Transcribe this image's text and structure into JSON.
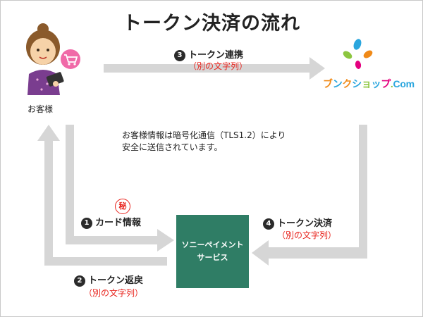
{
  "title": "トークン決済の流れ",
  "customer": {
    "label": "お客様",
    "icon": "customer-with-tablet-icon"
  },
  "shop": {
    "name": [
      "ブ",
      "ン",
      "ク",
      "シ",
      "ョ",
      "ッ",
      "プ",
      ".",
      "Com"
    ],
    "icon": "shop-logo-icon"
  },
  "service": {
    "line1": "ソニーペイメント",
    "line2": "サービス"
  },
  "note": {
    "line1": "お客様情報は暗号化通信（TLS1.2）により",
    "line2": "安全に送信されています。"
  },
  "secret_mark": "秘",
  "steps": [
    {
      "num": "1",
      "label": "カード情報",
      "sub": ""
    },
    {
      "num": "2",
      "label": "トークン返戻",
      "sub": "（別の文字列）"
    },
    {
      "num": "3",
      "label": "トークン連携",
      "sub": "（別の文字列）"
    },
    {
      "num": "4",
      "label": "トークン決済",
      "sub": "（別の文字列）"
    }
  ],
  "colors": {
    "arrow": "#d6d6d6",
    "service_box": "#2f7d65",
    "emphasis_red": "#e8231c",
    "shop_logo": [
      "#f08a18",
      "#2aa6de",
      "#f08a18",
      "#2aa6de",
      "#8cc63f",
      "#2aa6de",
      "#e4007f",
      "#8cc63f",
      "#2aa6de"
    ]
  }
}
